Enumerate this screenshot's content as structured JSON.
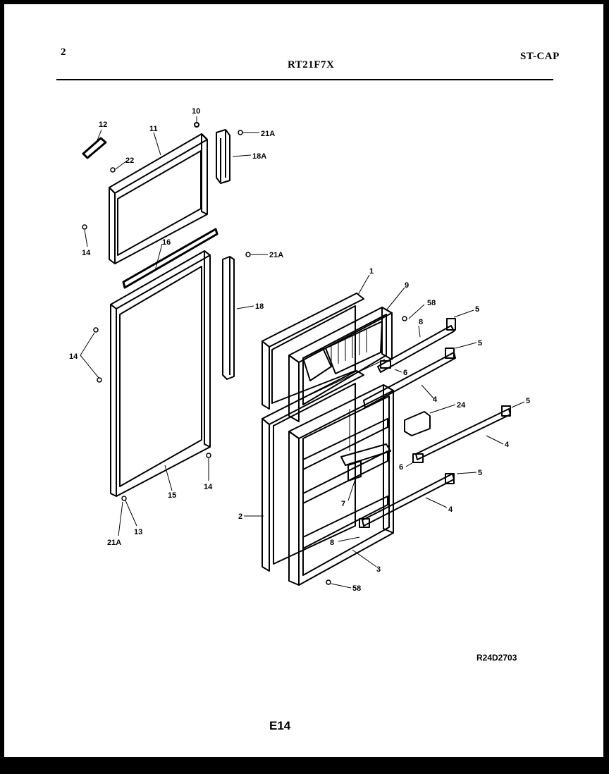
{
  "header": {
    "page_number": "2",
    "model": "RT21F7X",
    "code": "ST-CAP"
  },
  "diagram_ref": "R24D2703",
  "footer_label": "E14",
  "callouts": {
    "c12": "12",
    "c11": "11",
    "c10": "10",
    "c21A_a": "21A",
    "c18A": "18A",
    "c22": "22",
    "c14_a": "14",
    "c16": "16",
    "c21A_b": "21A",
    "c18": "18",
    "c14_b": "14",
    "c14_c": "14",
    "c15": "15",
    "c13": "13",
    "c21A_c": "21A",
    "c1": "1",
    "c9": "9",
    "c58_a": "58",
    "c5_a": "5",
    "c8_a": "8",
    "c5_b": "5",
    "c6_a": "6",
    "c4_a": "4",
    "c24": "24",
    "c5_c": "5",
    "c4_b": "4",
    "c6_b": "6",
    "c5_d": "5",
    "c7": "7",
    "c4_c": "4",
    "c2": "2",
    "c8_b": "8",
    "c3": "3",
    "c58_b": "58"
  }
}
